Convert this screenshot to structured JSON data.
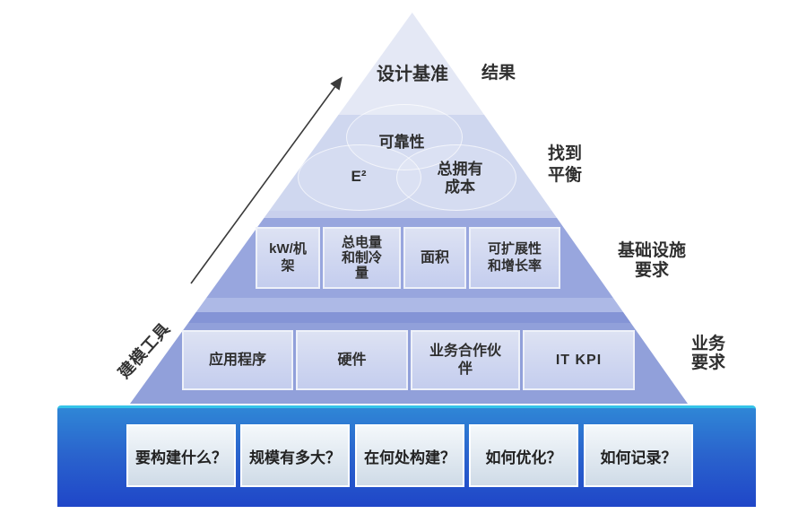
{
  "diagram": {
    "modeling_tools_label": "建模工具",
    "apex": {
      "title": "设计基准",
      "side_label": "结果"
    },
    "balance": {
      "side_label": "找到\n平衡",
      "venn": {
        "top": "可靠性",
        "left": "E²",
        "right": "总拥有\n成本"
      }
    },
    "infrastructure": {
      "side_label": "基础设施\n要求",
      "boxes": [
        "kW/机\n架",
        "总电量\n和制冷\n量",
        "面积",
        "可扩展性\n和增长率"
      ]
    },
    "business": {
      "side_label": "业务\n要求",
      "boxes": [
        "应用程序",
        "硬件",
        "业务合作伙\n伴",
        "IT KPI"
      ]
    },
    "foundation": {
      "questions": [
        "要构建什么？",
        "规模有多大？",
        "在何处构建？",
        "如何优化？",
        "如何记录？"
      ]
    },
    "colors": {
      "tier_top": "#e4e8f5",
      "tier_balance": "#cfd7ef",
      "tier_band": "#98a6de",
      "tier_band_dark": "#8494d6",
      "box_fill": "#c9d1ee",
      "bar_top": "#2f86d6",
      "bar_bottom": "#1f46c8",
      "bar_edge": "#35c3e8",
      "arrow": "#3a3a3a"
    }
  }
}
